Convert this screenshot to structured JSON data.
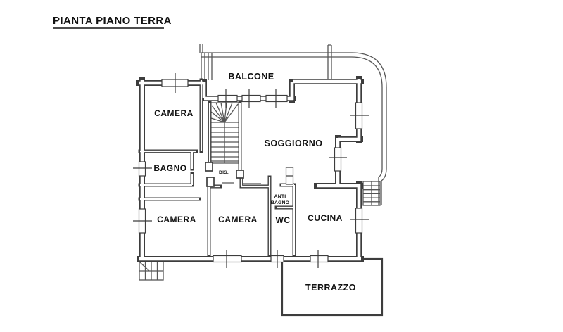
{
  "title": "PIANTA PIANO TERRA",
  "colors": {
    "wall": "#3d3d3d",
    "thin_line": "#565656",
    "text": "#121212",
    "background": "#ffffff",
    "border": "#d9d9d9"
  },
  "labels": {
    "title": "PIANTA PIANO TERRA",
    "balcone": "BALCONE",
    "camera_nord": "CAMERA",
    "soggiorno": "SOGGIORNO",
    "bagno": "BAGNO",
    "disimpegno": "DIS.",
    "camera_ovest": "CAMERA",
    "camera_centrale": "CAMERA",
    "antibagno_line1": "ANTI",
    "antibagno_line2": "BAGNO",
    "wc": "WC",
    "cucina": "CUCINA",
    "terrazzo": "TERRAZZO"
  }
}
